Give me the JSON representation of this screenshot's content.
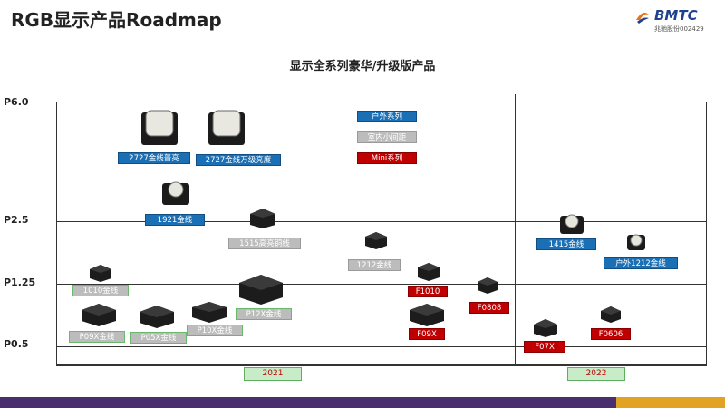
{
  "header": {
    "title": "RGB显示产品Roadmap"
  },
  "logo": {
    "brand": "BMTC",
    "sub": "兆驰股份002429"
  },
  "subtitle": "显示全系列豪华/升级版产品",
  "y_axis": {
    "ticks": [
      "P6.0",
      "P2.5",
      "P1.25",
      "P0.5"
    ]
  },
  "years": [
    "2021",
    "2022"
  ],
  "legend": {
    "outdoor": "户外系列",
    "indoor": "室内小间距",
    "mini": "Mini系列"
  },
  "products": {
    "p2727a": "2727金线普亮",
    "p2727b": "2727金线万级亮度",
    "p1921": "1921金线",
    "p1515": "1515高亮铜线",
    "p1212": "1212金线",
    "p1010": "1010金线",
    "p09x": "P09X金线",
    "p05x": "P05X金线",
    "p10x": "P10X金线",
    "p12x": "P12X金线",
    "f1010": "F1010",
    "f0808": "F0808",
    "f09x": "F09X",
    "f07x": "F07X",
    "f0606": "F0606",
    "p1415": "1415金线",
    "p1212o": "户外1212金线"
  },
  "colors": {
    "outdoor": "#1a6fb5",
    "indoor": "#bcbcbc",
    "mini": "#c00000",
    "year_bg": "#c8ebc8"
  }
}
